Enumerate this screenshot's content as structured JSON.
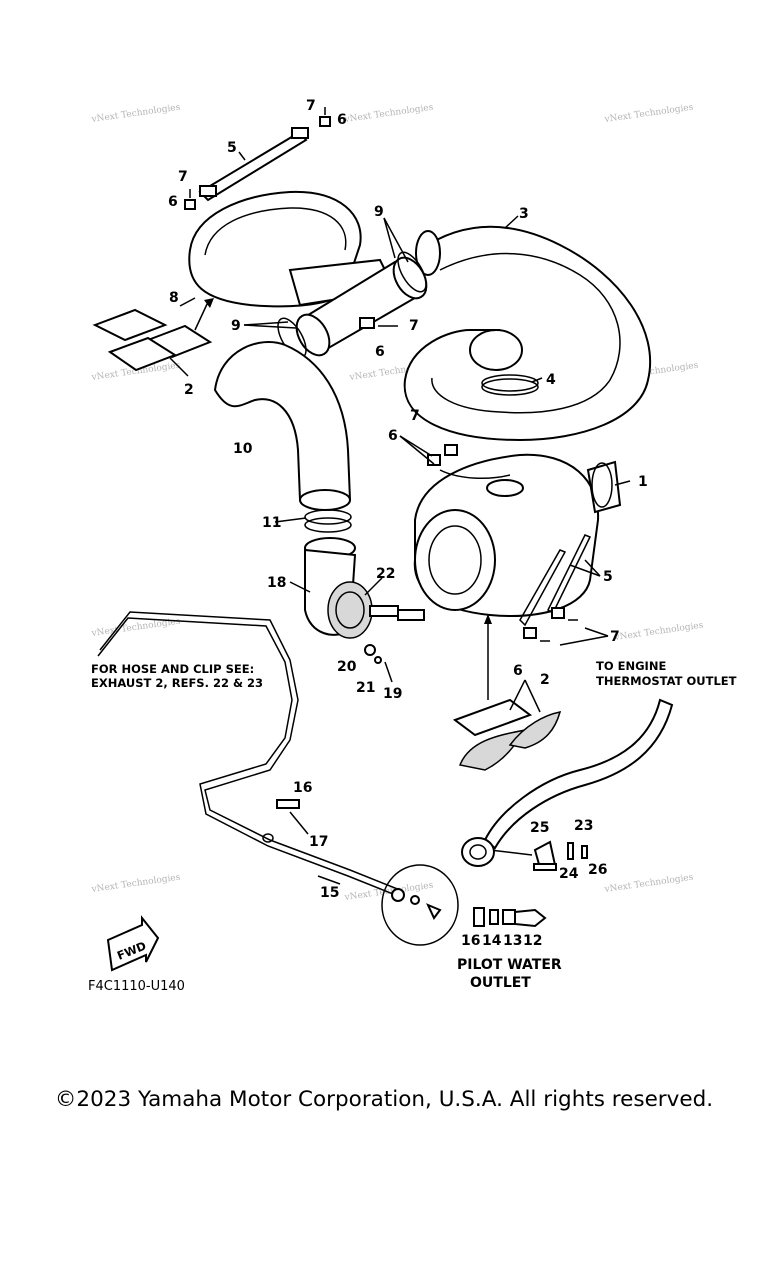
{
  "diagram": {
    "watermark": "vNext Technologies",
    "diagram_code": "F4C1110-U140",
    "fwd_label": "FWD",
    "notes": {
      "hose_clip_line1": "FOR HOSE AND CLIP SEE:",
      "hose_clip_line2": "EXHAUST 2, REFS. 22 & 23",
      "thermostat_line1": "TO ENGINE",
      "thermostat_line2": "THERMOSTAT OUTLET",
      "pilot_line1": "PILOT WATER",
      "pilot_line2": "OUTLET"
    },
    "callouts": {
      "c1": "1",
      "c2a": "2",
      "c2b": "2",
      "c3": "3",
      "c4": "4",
      "c5a": "5",
      "c5b": "5",
      "c6a": "6",
      "c6b": "6",
      "c6c": "6",
      "c6d": "6",
      "c6e": "6",
      "c7a": "7",
      "c7b": "7",
      "c7c": "7",
      "c7d": "7",
      "c7e": "7",
      "c8": "8",
      "c9a": "9",
      "c9b": "9",
      "c10": "10",
      "c11": "11",
      "c12": "12",
      "c13": "13",
      "c14": "14",
      "c15": "15",
      "c16a": "16",
      "c16b": "16",
      "c17": "17",
      "c18": "18",
      "c19": "19",
      "c20": "20",
      "c21": "21",
      "c22": "22",
      "c23": "23",
      "c24": "24",
      "c25": "25",
      "c26": "26"
    }
  },
  "footer": {
    "copyright": "©2023 Yamaha Motor Corporation, U.S.A. All rights reserved."
  }
}
